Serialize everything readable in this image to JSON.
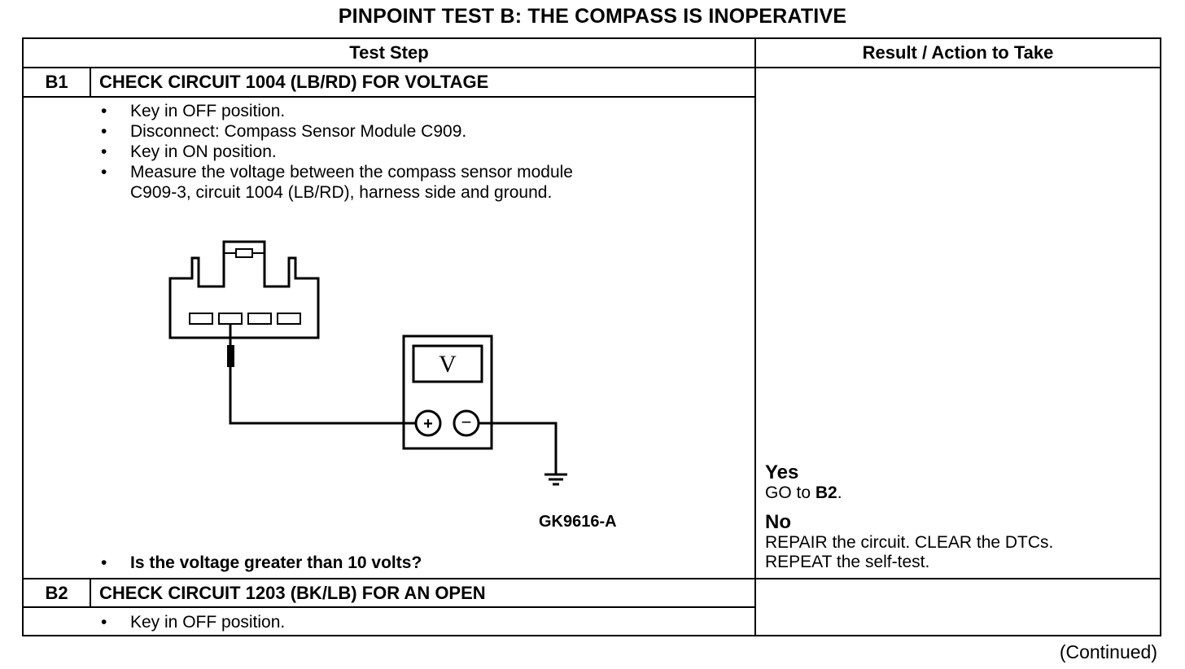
{
  "title": "PINPOINT TEST  B: THE COMPASS IS INOPERATIVE",
  "headers": {
    "test_step": "Test Step",
    "result_action": "Result / Action to Take"
  },
  "steps": [
    {
      "id": "B1",
      "title": "CHECK CIRCUIT 1004 (LB/RD) FOR VOLTAGE",
      "bullets": [
        "Key in OFF position.",
        "Disconnect: Compass Sensor Module C909.",
        "Key in ON position.",
        "Measure the voltage between the compass sensor module\nC909-3, circuit 1004 (LB/RD), harness side and ground."
      ],
      "figure_id": "GK9616-A",
      "meter_symbol": "V",
      "meter_plus": "+",
      "meter_minus": "−",
      "question": "Is the voltage greater than 10 volts?",
      "results": {
        "yes_label": "Yes",
        "yes_prefix": "GO to ",
        "yes_target": "B2",
        "yes_suffix": ".",
        "no_label": "No",
        "no_line1": "REPAIR the circuit. CLEAR the DTCs.",
        "no_line2": "REPEAT the self-test."
      }
    },
    {
      "id": "B2",
      "title": "CHECK CIRCUIT 1203 (BK/LB) FOR AN OPEN",
      "bullets": [
        "Key in OFF position."
      ]
    }
  ],
  "continued": "(Continued)"
}
